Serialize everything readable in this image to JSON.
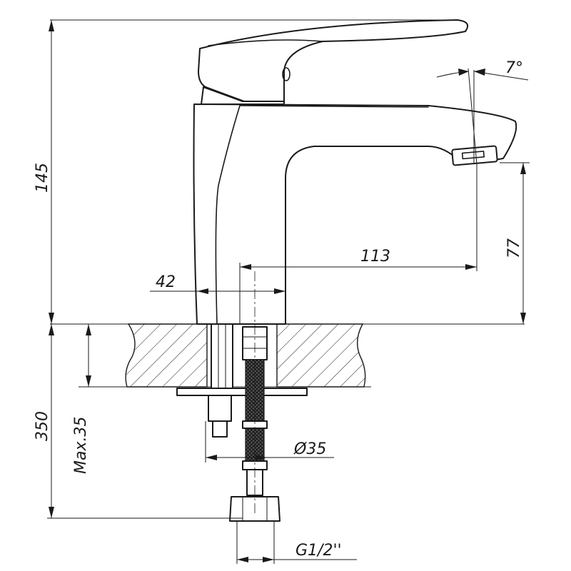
{
  "dimensions": {
    "total_height": "145",
    "spout_height": "77",
    "spout_reach": "113",
    "base_width": "42",
    "spout_angle": "7°",
    "hose_length": "350",
    "max_thickness": "Max.35",
    "mount_hole": "Ø35",
    "thread": "G1/2''"
  },
  "colors": {
    "line": "#1a1a1a",
    "hose": "#3a3a3a",
    "background": "#ffffff"
  }
}
